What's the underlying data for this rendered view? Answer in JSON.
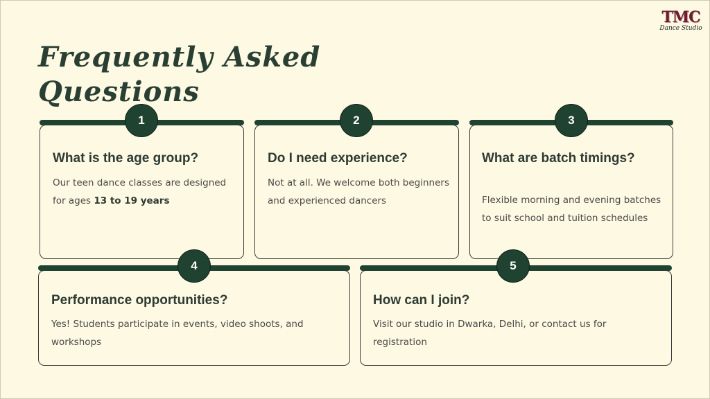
{
  "page": {
    "title": "Frequently Asked Questions",
    "logo": {
      "mark": "TMC",
      "sub": "Dance Studio"
    }
  },
  "faq": [
    {
      "number": "1",
      "question": "What is the age group?",
      "answer_prefix": "Our teen dance classes are designed for ages ",
      "answer_highlight": "13 to 19 years",
      "answer_suffix": ""
    },
    {
      "number": "2",
      "question": "Do I need experience?",
      "answer_prefix": "Not at all. We welcome both beginners and experienced dancers",
      "answer_highlight": "",
      "answer_suffix": ""
    },
    {
      "number": "3",
      "question": "What are batch timings?",
      "answer_prefix": "Flexible morning and evening batches to suit school and tuition schedules",
      "answer_highlight": "",
      "answer_suffix": ""
    },
    {
      "number": "4",
      "question": "Performance opportunities?",
      "answer_prefix": "Yes! Students participate in events, video shoots, and workshops",
      "answer_highlight": "",
      "answer_suffix": ""
    },
    {
      "number": "5",
      "question": "How can I join?",
      "answer_prefix": "Visit our studio in Dwarka, Delhi, or contact us for registration",
      "answer_highlight": "",
      "answer_suffix": ""
    }
  ],
  "colors": {
    "background": "#fdf9e3",
    "accent": "#1f4231",
    "heading": "#2a3f33"
  }
}
